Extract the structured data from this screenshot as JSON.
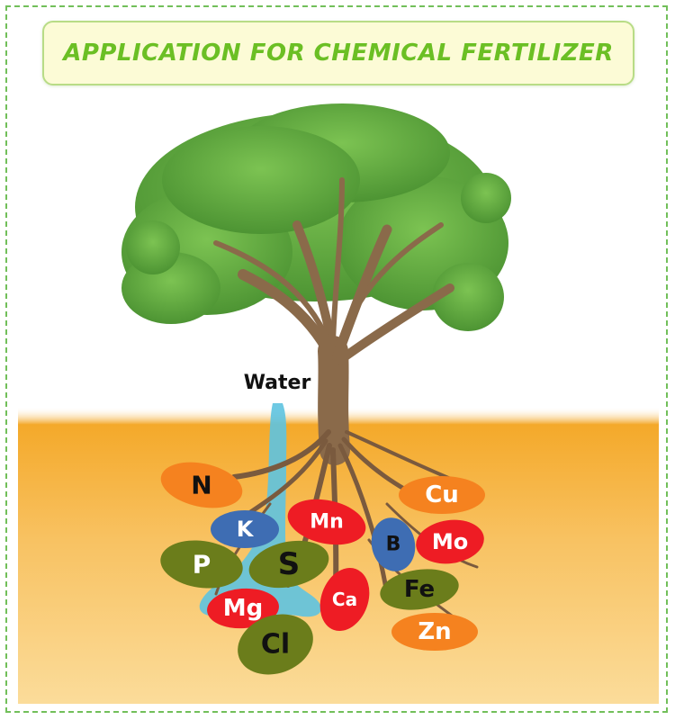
{
  "title": "APPLICATION FOR CHEMICAL FERTILIZER",
  "water_label": "Water",
  "colors": {
    "title": "#6bbf24",
    "banner_fill": "#fcfbd6",
    "border": "#72bf5a",
    "soil_top": "#f4a92a",
    "soil_bottom": "#fbd88f",
    "water": "#5ec3e0",
    "trunk": "#8a6a4a",
    "leaves": "#5da33d"
  },
  "nutrients": [
    {
      "symbol": "N",
      "fill": "#f5821f",
      "text_color": "#111111"
    },
    {
      "symbol": "K",
      "fill": "#3e6db3",
      "text_color": "#ffffff"
    },
    {
      "symbol": "Mn",
      "fill": "#ee1c24",
      "text_color": "#ffffff"
    },
    {
      "symbol": "P",
      "fill": "#6b7d1b",
      "text_color": "#ffffff"
    },
    {
      "symbol": "S",
      "fill": "#6b7d1b",
      "text_color": "#111111"
    },
    {
      "symbol": "Mg",
      "fill": "#ee1c24",
      "text_color": "#ffffff"
    },
    {
      "symbol": "Ca",
      "fill": "#ee1c24",
      "text_color": "#ffffff"
    },
    {
      "symbol": "Cl",
      "fill": "#6b7d1b",
      "text_color": "#111111"
    },
    {
      "symbol": "B",
      "fill": "#3e6db3",
      "text_color": "#111111"
    },
    {
      "symbol": "Cu",
      "fill": "#f5821f",
      "text_color": "#ffffff"
    },
    {
      "symbol": "Mo",
      "fill": "#ee1c24",
      "text_color": "#ffffff"
    },
    {
      "symbol": "Fe",
      "fill": "#6b7d1b",
      "text_color": "#111111"
    },
    {
      "symbol": "Zn",
      "fill": "#f5821f",
      "text_color": "#ffffff"
    }
  ]
}
